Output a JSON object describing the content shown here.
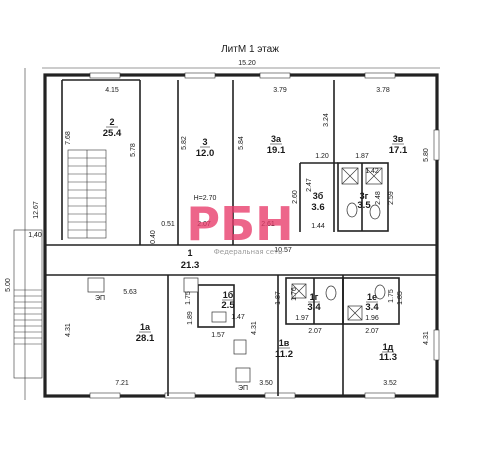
{
  "title": "ЛитМ 1 этаж",
  "dims": {
    "total_width": "15.20",
    "left_height": "12.67",
    "porch_width": "1,40",
    "porch_depth": "5.00",
    "r2_w": "4.15",
    "r2_h": "7.68",
    "r2_stair": "5.78",
    "r3_h": "5.82",
    "r3a_w": "3.79",
    "r3a_h": "5.84",
    "r3a_right": "3.24",
    "r3v_w": "3.78",
    "r3v_h": "5.80",
    "b1_w": "1.20",
    "b2_w": "1.87",
    "b_h1": "2.60",
    "b_h2": "2.47",
    "b_h3": "2.48",
    "b_h4": "2.59",
    "b_w2": "1.42",
    "b_w3": "1.44",
    "c1": "0.40",
    "c2": "0.51",
    "c3": "2.07",
    "c4": "2.61",
    "corr_len": "10.57",
    "h1a_top": "5.63",
    "h1a_h": "4.31",
    "h1a_w": "7.21",
    "r1b_h": "1.75",
    "r1b_h2": "1.89",
    "r1b_w": "1.47",
    "r1b_w2": "1.57",
    "r1v_h": "4.31",
    "r1v_w": "3.50",
    "r1g_h": "1.87",
    "r1g_h2": "1.76",
    "r1g_w": "1.97",
    "r1g_w2": "2.07",
    "r1e_h": "1.75",
    "r1e_h2": "1.85",
    "r1e_w": "1.96",
    "r1e_w2": "2.07",
    "r1d_h": "4.31",
    "r1d_w": "3.52"
  },
  "rooms": [
    {
      "id": "2",
      "num": "2",
      "area": "25.4"
    },
    {
      "id": "3",
      "num": "3",
      "area": "12.0"
    },
    {
      "id": "3a",
      "num": "3а",
      "area": "19.1"
    },
    {
      "id": "3v",
      "num": "3в",
      "area": "17.1"
    },
    {
      "id": "3b",
      "num": "3б",
      "area": "3.6"
    },
    {
      "id": "3g",
      "num": "3г",
      "area": "3.5"
    },
    {
      "id": "1",
      "num": "1",
      "area": "21.3"
    },
    {
      "id": "1a",
      "num": "1а",
      "area": "28.1"
    },
    {
      "id": "1b",
      "num": "1б",
      "area": "2.5"
    },
    {
      "id": "1v",
      "num": "1в",
      "area": "11.2"
    },
    {
      "id": "1g",
      "num": "1г",
      "area": "3.4"
    },
    {
      "id": "1e",
      "num": "1е",
      "area": "3.4"
    },
    {
      "id": "1d",
      "num": "1д",
      "area": "11.3"
    }
  ],
  "ceiling_height": "H=2.70",
  "fixture_labels": {
    "ep1": "ЭП",
    "ep2": "ЭП"
  },
  "watermark": {
    "logo": "РБН",
    "caption": "Федеральная сеть"
  }
}
